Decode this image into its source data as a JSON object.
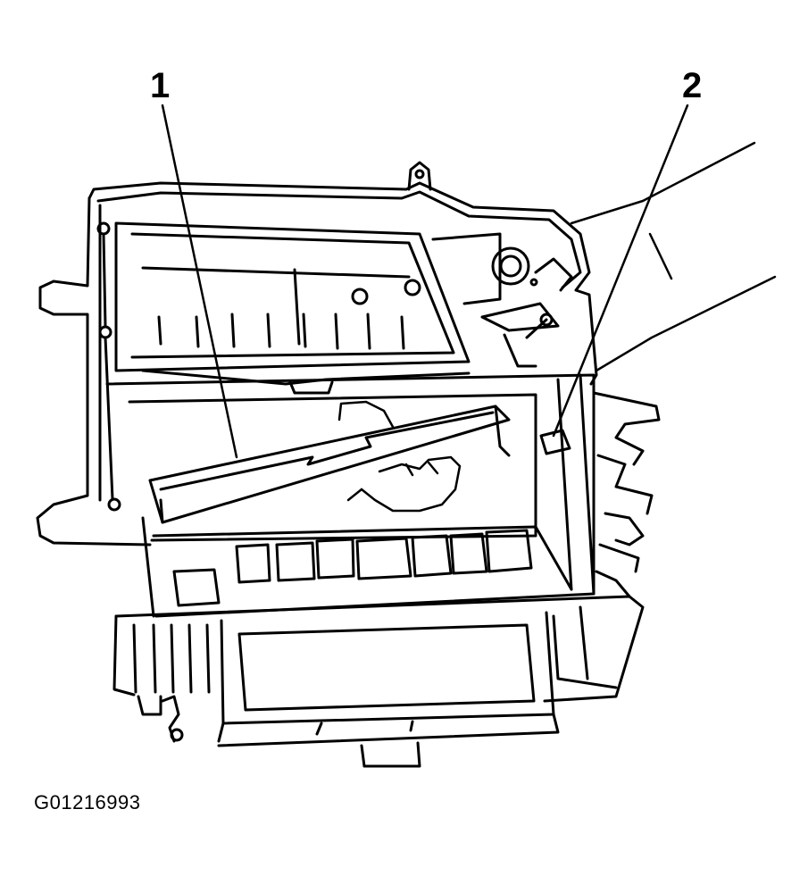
{
  "callouts": [
    {
      "label": "1"
    },
    {
      "label": "2"
    }
  ],
  "figure_id": "G01216993",
  "colors": {
    "line": "#000000",
    "background": "#ffffff"
  }
}
